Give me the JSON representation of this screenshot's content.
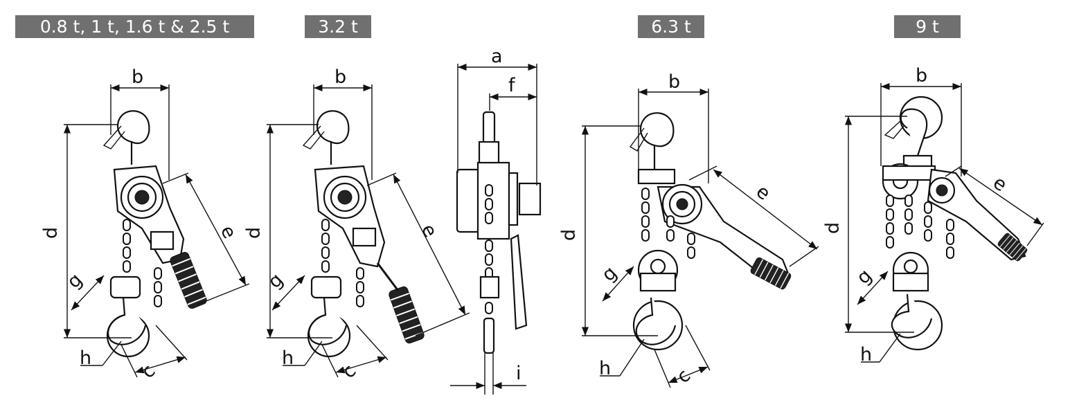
{
  "badges": [
    "0.8 t, 1 t, 1.6 t & 2.5 t",
    "3.2 t",
    "6.3 t",
    "9 t"
  ],
  "dims": {
    "a": "a",
    "b": "b",
    "c": "c",
    "d": "d",
    "e": "e",
    "f": "f",
    "g": "g",
    "h": "h",
    "i": "i"
  },
  "colors": {
    "badge_bg": "#707070",
    "badge_text": "#ffffff",
    "line": "#111111"
  }
}
